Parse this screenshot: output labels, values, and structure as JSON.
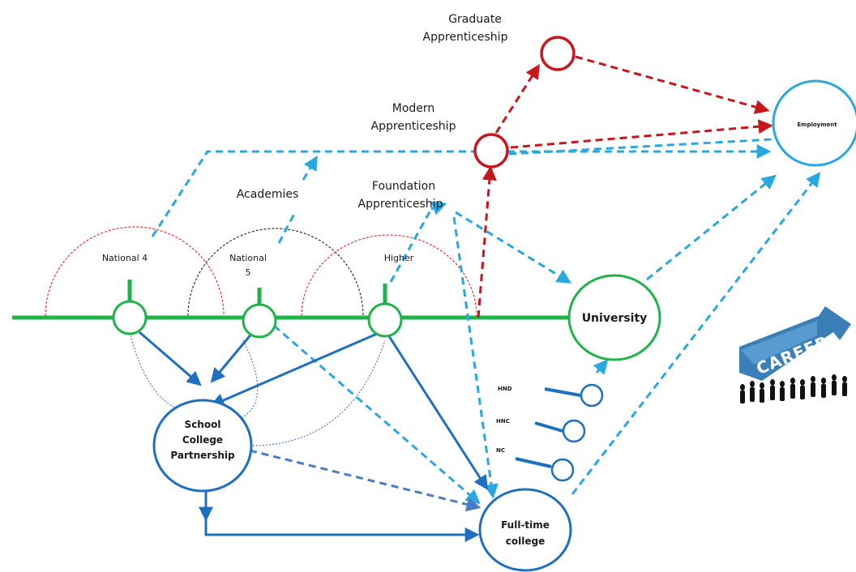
{
  "labels": {
    "graduate_line1": "Graduate",
    "graduate_line2": "Apprenticeship",
    "modern_line1": "Modern",
    "modern_line2": "Apprenticeship",
    "foundation_line1": "Foundation",
    "foundation_line2": "Apprenticeship",
    "academies": "Academies",
    "national4": "National 4",
    "national5_line1": "National",
    "national5_line2": "5",
    "higher": "Higher",
    "employment": "Employment",
    "university": "University",
    "school_line1": "School",
    "school_line2": "College",
    "school_line3": "Partnership",
    "fulltime_line1": "Full-time",
    "fulltime_line2": "college",
    "hnd": "HND",
    "hnc": "HNC",
    "nc": "NC",
    "career": "CAREER"
  },
  "colors": {
    "green": "#1fb34a",
    "dark_blue": "#1f6fbf",
    "light_blue": "#29a8e0",
    "red": "#c8161d",
    "arc_red": "#e8343a",
    "arc_black": "#333333",
    "mid_blue": "#4a7cc4"
  }
}
